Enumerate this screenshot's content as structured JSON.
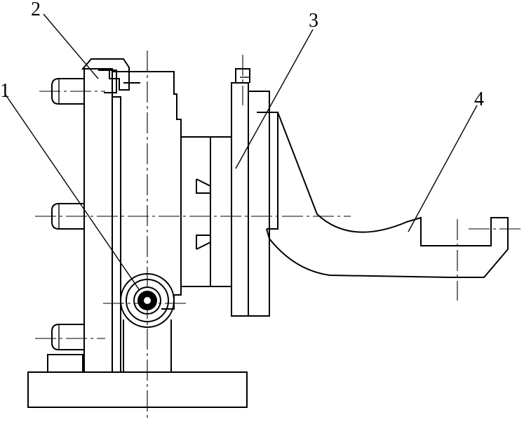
{
  "labels": {
    "part_1": "1",
    "part_2": "2",
    "part_3": "3",
    "part_4": "4"
  },
  "colors": {
    "stroke": "#000000",
    "background": "#ffffff"
  }
}
